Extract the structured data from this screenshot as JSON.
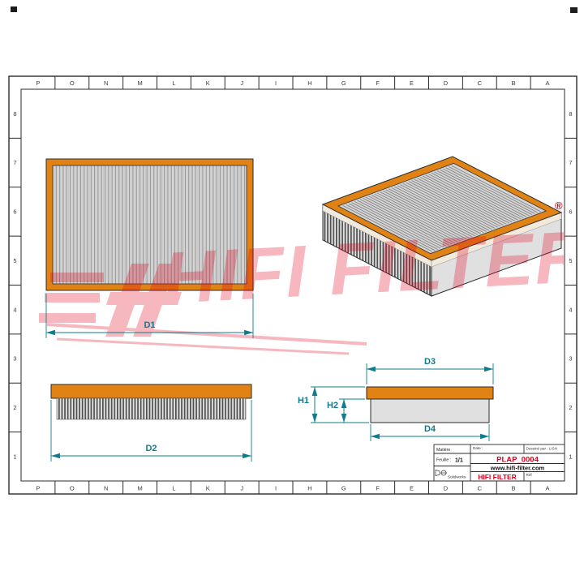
{
  "grid": {
    "columns": [
      "P",
      "O",
      "N",
      "M",
      "L",
      "K",
      "J",
      "I",
      "H",
      "G",
      "F",
      "E",
      "D",
      "C",
      "B",
      "A"
    ],
    "rows": [
      "8",
      "7",
      "6",
      "5",
      "4",
      "3",
      "2",
      "1"
    ]
  },
  "views": {
    "top_view": {
      "dim_width_label": "D1"
    },
    "side_view": {
      "dim_width_label": "D2"
    },
    "end_view": {
      "dim_top_label": "D3",
      "dim_bottom_label": "D4",
      "dim_height_total_label": "H1",
      "dim_height_body_label": "H2"
    }
  },
  "watermark": {
    "text": "HIFI FILTER"
  },
  "registered_mark": "®",
  "title_block": {
    "matiere_label": "Matière",
    "date_label": "Date :",
    "drawn_by": "Dessiné par : LISH",
    "sheet_label": "Feuille :",
    "sheet_value": "1/1",
    "part_number": "PLAP_0004",
    "website": "www.hifi-filter.com",
    "brand": "HIFI FILTER",
    "software": "Solidworks",
    "ref_label": "Réf"
  },
  "colors": {
    "teal": "#0E7C8C",
    "red": "#E3001B",
    "orange": "#E08214",
    "ink": "#2B2B2B",
    "mediaGray": "#D8D8D8",
    "pleatGray": "#8E8E8E"
  }
}
